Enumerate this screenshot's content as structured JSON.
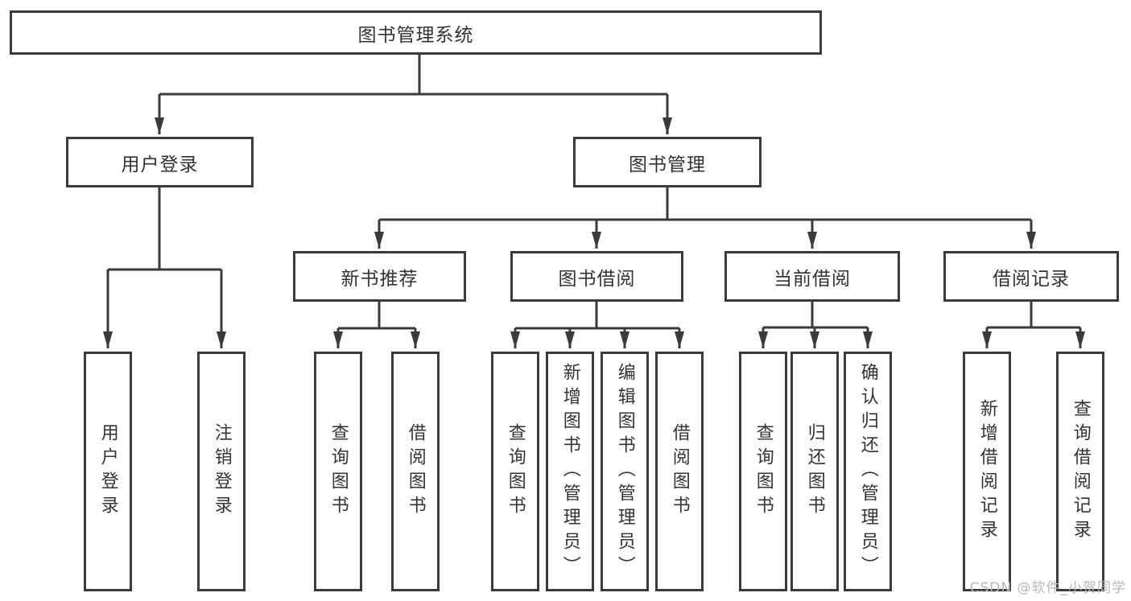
{
  "tree": {
    "root": {
      "label": "图书管理系统",
      "children": [
        {
          "label": "用户登录",
          "children": [
            {
              "label": "用户登录"
            },
            {
              "label": "注销登录"
            }
          ]
        },
        {
          "label": "图书管理",
          "children": [
            {
              "label": "新书推荐",
              "children": [
                {
                  "label": "查询图书"
                },
                {
                  "label": "借阅图书"
                }
              ]
            },
            {
              "label": "图书借阅",
              "children": [
                {
                  "label": "查询图书"
                },
                {
                  "label": "新增图书（管理员）"
                },
                {
                  "label": "编辑图书（管理员）"
                },
                {
                  "label": "借阅图书"
                }
              ]
            },
            {
              "label": "当前借阅",
              "children": [
                {
                  "label": "查询图书"
                },
                {
                  "label": "归还图书"
                },
                {
                  "label": "确认归还（管理员）"
                }
              ]
            },
            {
              "label": "借阅记录",
              "children": [
                {
                  "label": "新增借阅记录"
                },
                {
                  "label": "查询借阅记录"
                }
              ]
            }
          ]
        }
      ]
    }
  },
  "watermark": {
    "text": "CSDN @软件_小贺同学"
  },
  "colors": {
    "line": "#3a3a3a",
    "box_border": "#3a3a3a",
    "box_fill": "#ffffff",
    "text": "#333333",
    "watermark": "#b4b8bf"
  }
}
